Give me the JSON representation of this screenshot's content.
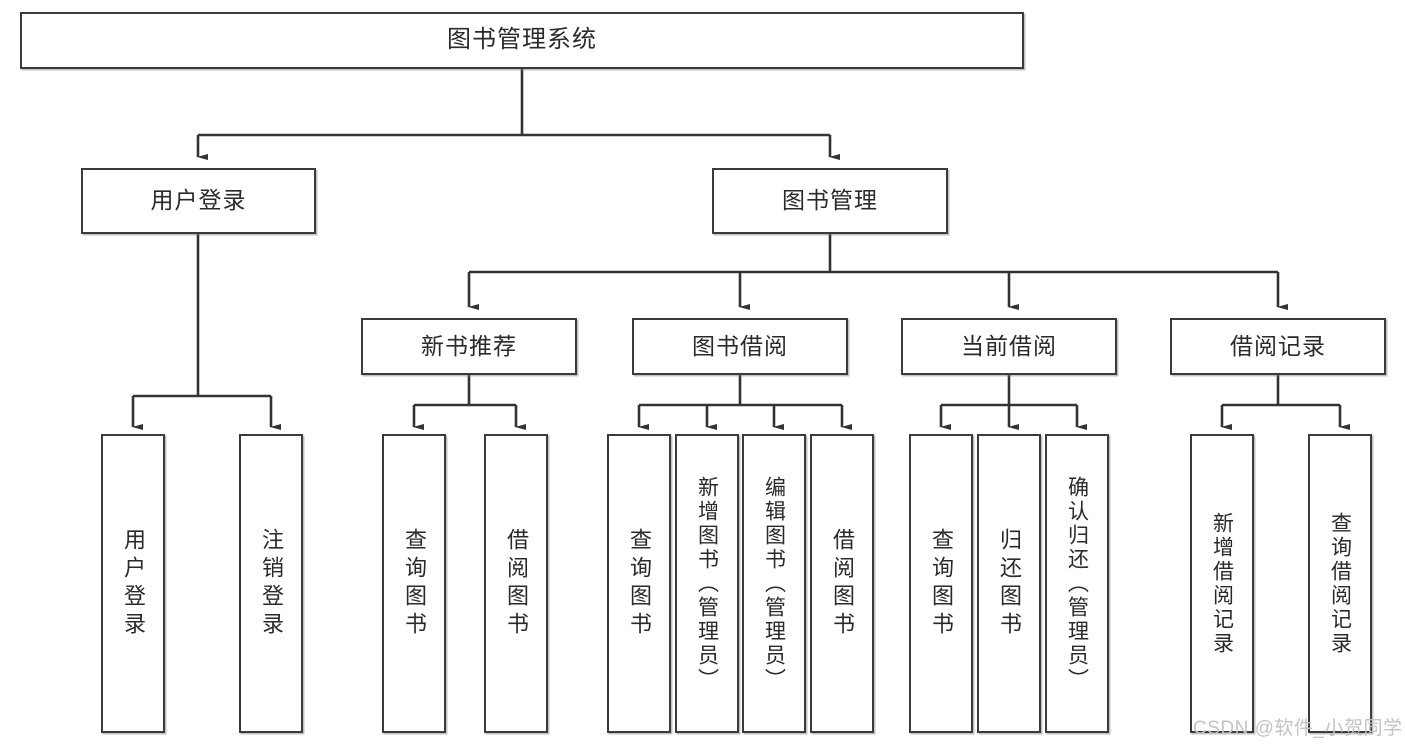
{
  "diagram": {
    "title": "图书管理系统",
    "watermark": "CSDN @软件_小贺同学",
    "line_color": "#333333",
    "box_border_color": "#3b3b3b",
    "box_fill_color": "#ffffff",
    "text_color": "#2a2a2a",
    "levels": {
      "root": {
        "label": "图书管理系统"
      },
      "level2": [
        {
          "label": "用户登录"
        },
        {
          "label": "图书管理"
        }
      ],
      "level3": [
        {
          "label": "新书推荐"
        },
        {
          "label": "图书借阅"
        },
        {
          "label": "当前借阅"
        },
        {
          "label": "借阅记录"
        }
      ],
      "leaves": {
        "user_login": [
          {
            "label": "用户登录"
          },
          {
            "label": "注销登录"
          }
        ],
        "new_book_recommend": [
          {
            "label": "查询图书"
          },
          {
            "label": "借阅图书"
          }
        ],
        "book_borrow": [
          {
            "label": "查询图书"
          },
          {
            "label": "新增图书（管理员）"
          },
          {
            "label": "编辑图书（管理员）"
          },
          {
            "label": "借阅图书"
          }
        ],
        "current_borrow": [
          {
            "label": "查询图书"
          },
          {
            "label": "归还图书"
          },
          {
            "label": "确认归还（管理员）"
          }
        ],
        "borrow_record": [
          {
            "label": "新增借阅记录"
          },
          {
            "label": "查询借阅记录"
          }
        ]
      }
    }
  }
}
